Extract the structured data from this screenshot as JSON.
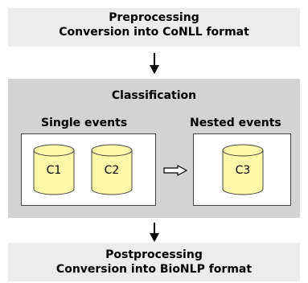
{
  "preprocessing": {
    "title": "Preprocessing",
    "subtitle": "Conversion into CoNLL format"
  },
  "classification": {
    "title": "Classification",
    "single": {
      "label": "Single events",
      "items": [
        "C1",
        "C2"
      ]
    },
    "nested": {
      "label": "Nested events",
      "items": [
        "C3"
      ]
    }
  },
  "postprocessing": {
    "title": "Postprocessing",
    "subtitle": "Conversion into BioNLP format"
  },
  "colors": {
    "band": "#ececec",
    "classification_bg": "#d3d3d3",
    "cylinder_fill": "#fff8a8"
  }
}
